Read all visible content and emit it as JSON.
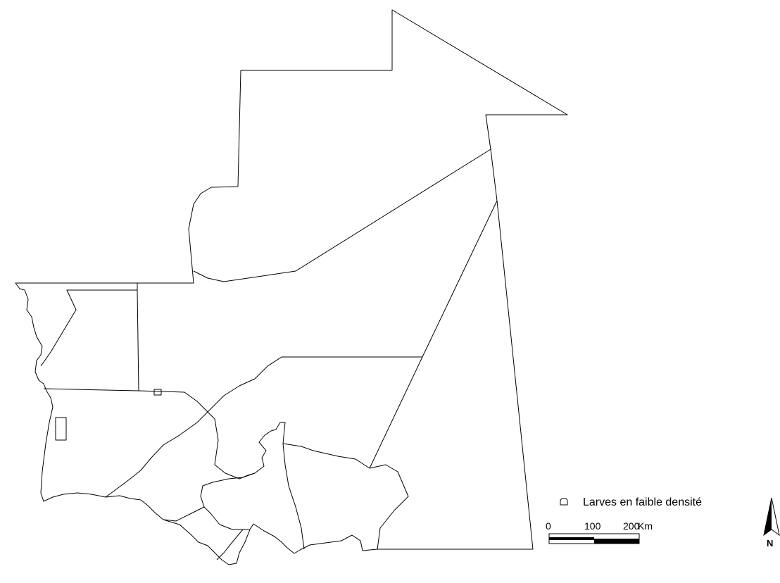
{
  "legend": {
    "symbol": "rounded-box-icon",
    "label": "Larves en faible densité"
  },
  "scale_bar": {
    "ticks": [
      "0",
      "100",
      "200"
    ],
    "unit": "Km"
  },
  "north_arrow": {
    "label": "N"
  },
  "colors": {
    "stroke": "#000000",
    "background": "#ffffff"
  }
}
